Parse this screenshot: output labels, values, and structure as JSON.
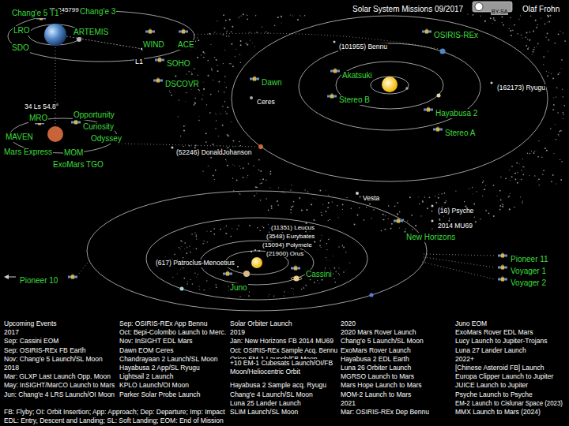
{
  "diagram": {
    "title": "Solar System Missions 09/2017",
    "labels": [
      "JD 2457997.5",
      "BY-SA",
      "Olaf Frohn",
      "Chang'e 5 T1",
      "Chang'e 3",
      "ARTEMIS",
      "LRO",
      "SDO",
      "WIND",
      "ACE",
      "L1",
      "SOHO",
      "DSCOVR",
      "Dawn",
      "Ceres",
      "34 Ls 54.8°",
      "MRO",
      "Opportunity",
      "Curiosity",
      "MAVEN",
      "Odyssey",
      "Mars Express",
      "MOM",
      "ExoMars TGO",
      "(52246) DonaldJohanson",
      "OSIRIS-REx",
      "(101955) Bennu",
      "Akatsuki",
      "Stereo B",
      "Hayabusa 2",
      "(162173) Ryugu",
      "Stereo A",
      "Vesta",
      "(16) Psyche",
      "2014 MU69",
      "New Horizons",
      "(11351) Leucus",
      "(3548) Eurybates",
      "(15094) Polymele",
      "(21900) Orus",
      "(617) Patroclus-Menoetius",
      "Juno",
      "Cassini",
      "Pioneer 10",
      "Pioneer 11",
      "Voyager 1",
      "Voyager 2",
      "Upcoming Events",
      "2017",
      "Sep: Cassini EOM",
      "Sep: OSIRIS-REx FB Earth",
      "Nov: Chang'e 5 Launch/SL Moon",
      "2018",
      "Mar: GLXP Last Launch Opp. Moon",
      "May: InSIGHT/MarCO Launch to Mars",
      "Jun: Chang'e 4 LRS Launch/OI Moon",
      "FB: Flyby; OI: Orbit Insertion; App: Approach; Dep: Departure; Imp: Impact",
      "EDL: Entry, Descent and Landing; SL: Soft Landing; EOM: End of Mission",
      "Sep: OSIRIS-REx App Bennu",
      "Oct: Bepi-Colombo Launch to Merc.",
      "Nov: InSIGHT EDL Mars",
      "Dawn EOM Ceres",
      "Chandrayaan 2 Launch/SL Moon",
      "Hayabusa 2 App/SL Ryugu",
      "Lightsail 2 Launch",
      "KPLO Launch/OI Moon",
      "Parker Solar Probe Launch",
      "Solar Orbiter Launch",
      "2019",
      "Jan: New Horizons FB 2014 MU69",
      "Oct: OSIRIS-REx Sample Acq. Bennu",
      "Orion EM-1 Launch/FB Moon",
      "+10 EM-1 Cubesats Launch/OI/FB Moon/Heliocentric Orbit",
      "Hayabusa 2 Sample acq. Ryugu",
      "Chang'e 4 Launch/SL Moon",
      "Luna 25 Lander Launch",
      "SLIM Launch/SL Moon",
      "2020",
      "2020 Mars Rover Launch",
      "Chang'e 5 Launch/SL Moon",
      "ExoMars Rover Launch",
      "Hayabusa 2 EDL Earth",
      "Luna 26 Orbiter Launch",
      "MGRSO Launch to Mars",
      "Mars Hope Launch to Mars",
      "MOM-2 Launch to Mars",
      "2021",
      "Mar: OSIRIS-REx Dep Bennu",
      "Juno EOM",
      "ExoMars Rover EDL Mars",
      "Lucy Launch to Jupiter-Trojans",
      "Luna 27 Lander Launch",
      "2022+",
      "[Chinese Asteroid FB] Launch",
      "Europa Clipper Launch to Jupiter",
      "JUICE Launch to Jupiter",
      "Psyche Launch to Psyche",
      "EM-2 Launch to Cislunar Space (2023)",
      "MMX Launch to Mars (2024)"
    ]
  }
}
